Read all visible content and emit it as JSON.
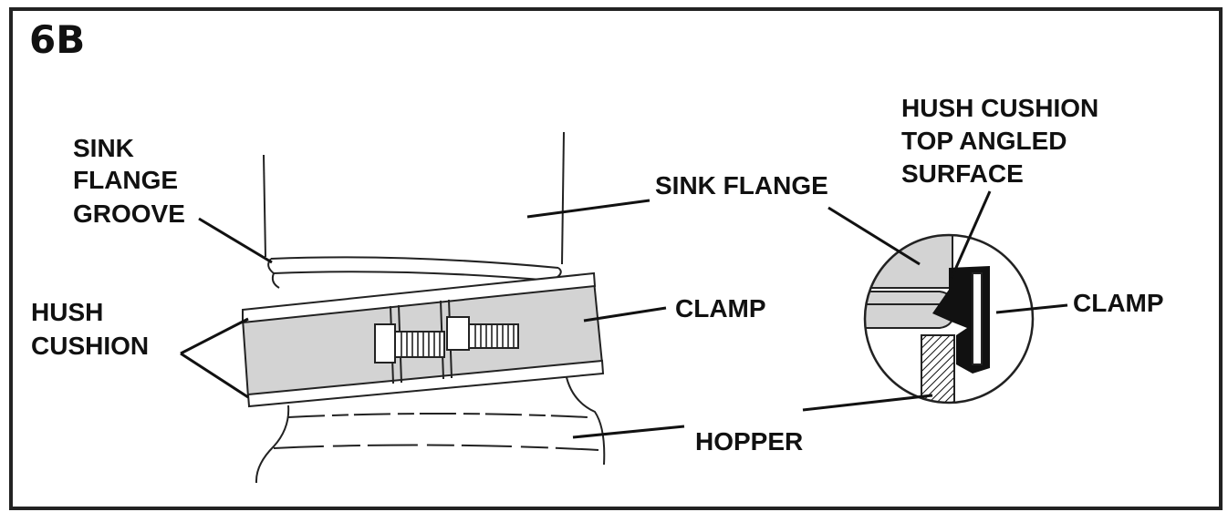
{
  "figure": {
    "id": "6B"
  },
  "labels": {
    "sink_flange_groove": [
      "SINK",
      "FLANGE",
      "GROOVE"
    ],
    "sink_flange": "SINK FLANGE",
    "hush_cushion": [
      "HUSH",
      "CUSHION"
    ],
    "clamp_main": "CLAMP",
    "hopper": "HOPPER",
    "hush_cushion_top": [
      "HUSH CUSHION",
      "TOP ANGLED",
      "SURFACE"
    ],
    "clamp_detail": "CLAMP"
  },
  "colors": {
    "ink": "#111111",
    "clamp_fill": "#d3d3d3",
    "background": "#ffffff"
  }
}
